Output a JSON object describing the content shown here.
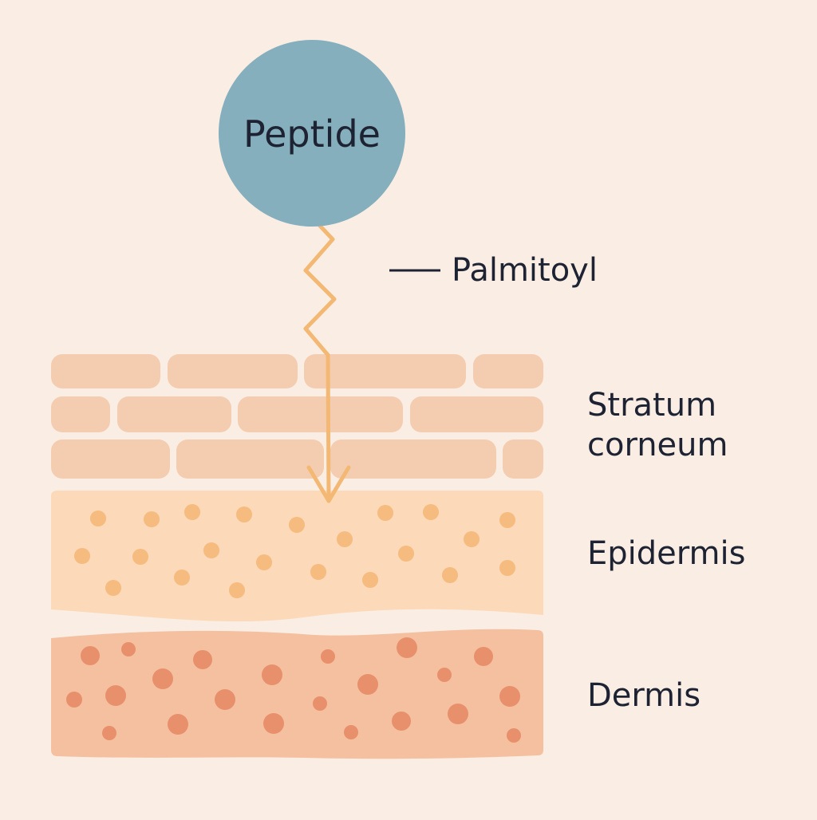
{
  "peptide": {
    "label": "Peptide"
  },
  "palmitoyl": {
    "label": "Palmitoyl"
  },
  "layers": [
    {
      "id": "stratum-corneum",
      "label": "Stratum\ncorneum"
    },
    {
      "id": "epidermis",
      "label": "Epidermis"
    },
    {
      "id": "dermis",
      "label": "Dermis"
    }
  ],
  "colors": {
    "background": "#FAEDE3",
    "peptide_fill": "#86AFBE",
    "chain": "#F3B873",
    "corneum_cell": "#F4CDB0",
    "epidermis_fill": "#FCD9B8",
    "epidermis_dot": "#F6BB7E",
    "dermis_fill": "#F4C0A0",
    "dermis_dot": "#E8906B",
    "text": "#1E2333"
  }
}
